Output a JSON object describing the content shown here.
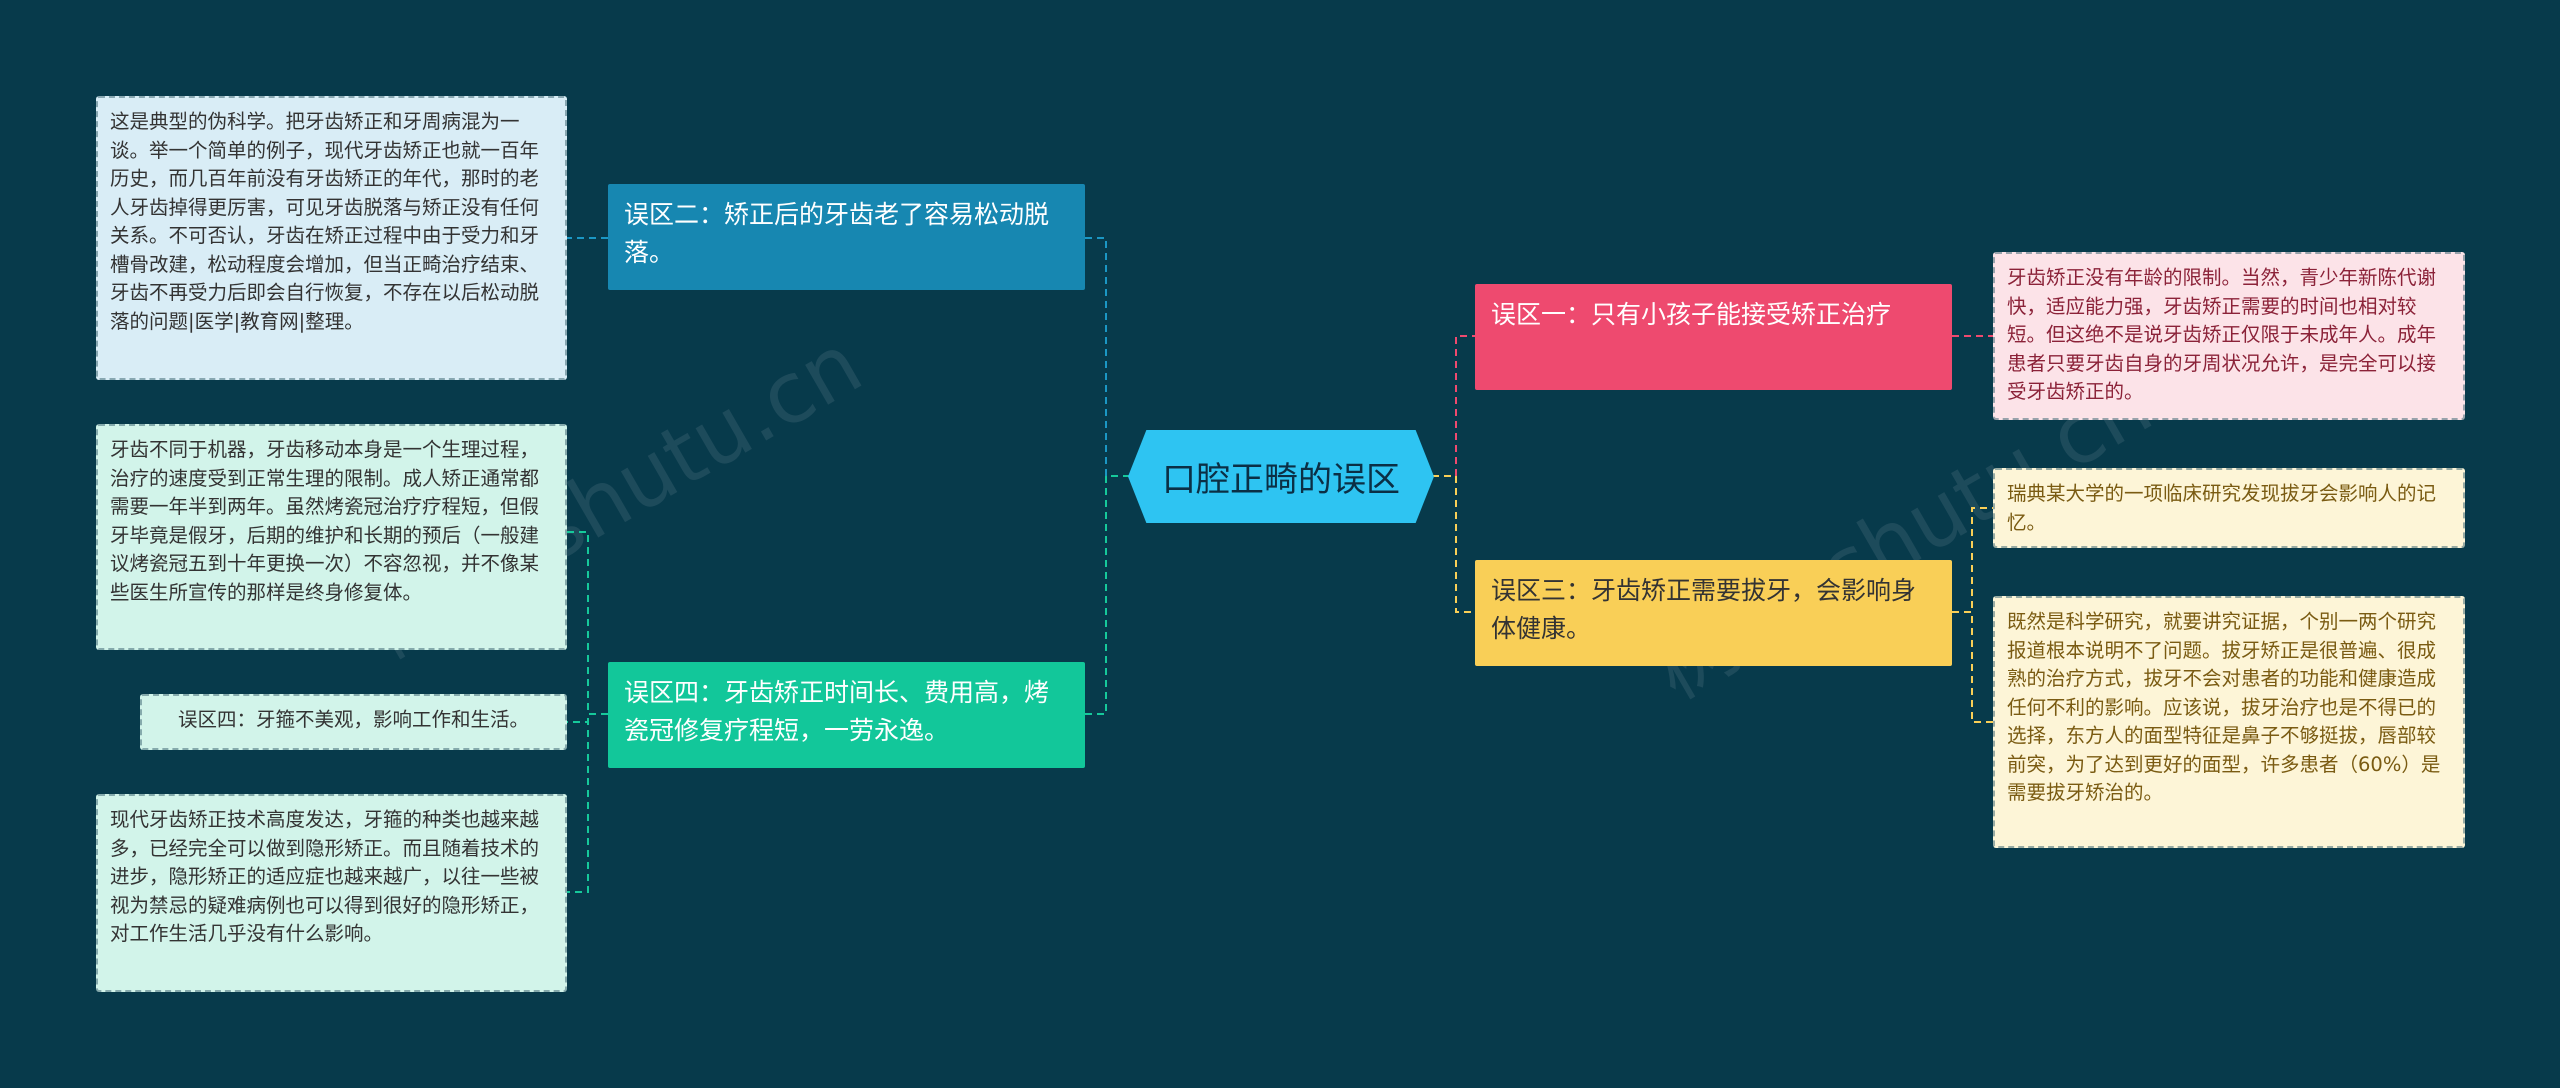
{
  "title": "口腔正畸的误区",
  "colors": {
    "background": "#073a4b",
    "root": "#2ec4f2",
    "topic_myth2": "#1787b1",
    "topic_myth4": "#12c79a",
    "topic_myth1": "#ee4a6f",
    "topic_myth3": "#f9cf57",
    "leaf_left_blue": "#d9edf6",
    "leaf_left_green": "#d2f4ea",
    "leaf_right_pink": "#fce3e8",
    "leaf_right_yellow": "#fdf5d7"
  },
  "watermark": "树图 shutu.cn",
  "left": {
    "myth2": {
      "label": "误区二：矫正后的牙齿老了容易松动脱落。",
      "leaves": [
        "这是典型的伪科学。把牙齿矫正和牙周病混为一谈。举一个简单的例子，现代牙齿矫正也就一百年历史，而几百年前没有牙齿矫正的年代，那时的老人牙齿掉得更厉害，可见牙齿脱落与矫正没有任何关系。不可否认，牙齿在矫正过程中由于受力和牙槽骨改建，松动程度会增加，但当正畸治疗结束、牙齿不再受力后即会自行恢复，不存在以后松动脱落的问题|医学|教育网|整理。"
      ]
    },
    "myth4": {
      "label": "误区四：牙齿矫正时间长、费用高，烤瓷冠修复疗程短，一劳永逸。",
      "leaves": [
        "牙齿不同于机器，牙齿移动本身是一个生理过程，治疗的速度受到正常生理的限制。成人矫正通常都需要一年半到两年。虽然烤瓷冠治疗疗程短，但假牙毕竟是假牙，后期的维护和长期的预后（一般建议烤瓷冠五到十年更换一次）不容忽视，并不像某些医生所宣传的那样是终身修复体。",
        "误区四：牙箍不美观，影响工作和生活。",
        "现代牙齿矫正技术高度发达，牙箍的种类也越来越多，已经完全可以做到隐形矫正。而且随着技术的进步，隐形矫正的适应症也越来越广，以往一些被视为禁忌的疑难病例也可以得到很好的隐形矫正，对工作生活几乎没有什么影响。"
      ]
    }
  },
  "right": {
    "myth1": {
      "label": "误区一：只有小孩子能接受矫正治疗",
      "leaves": [
        "牙齿矫正没有年龄的限制。当然，青少年新陈代谢快，适应能力强，牙齿矫正需要的时间也相对较短。但这绝不是说牙齿矫正仅限于未成年人。成年患者只要牙齿自身的牙周状况允许，是完全可以接受牙齿矫正的。"
      ]
    },
    "myth3": {
      "label": "误区三：牙齿矫正需要拔牙，会影响身体健康。",
      "leaves": [
        "瑞典某大学的一项临床研究发现拔牙会影响人的记忆。",
        "既然是科学研究，就要讲究证据，个别一两个研究报道根本说明不了问题。拔牙矫正是很普遍、很成熟的治疗方式，拔牙不会对患者的功能和健康造成任何不利的影响。应该说，拔牙治疗也是不得已的选择，东方人的面型特征是鼻子不够挺拔，唇部较前突，为了达到更好的面型，许多患者（60%）是需要拔牙矫治的。"
      ]
    }
  }
}
